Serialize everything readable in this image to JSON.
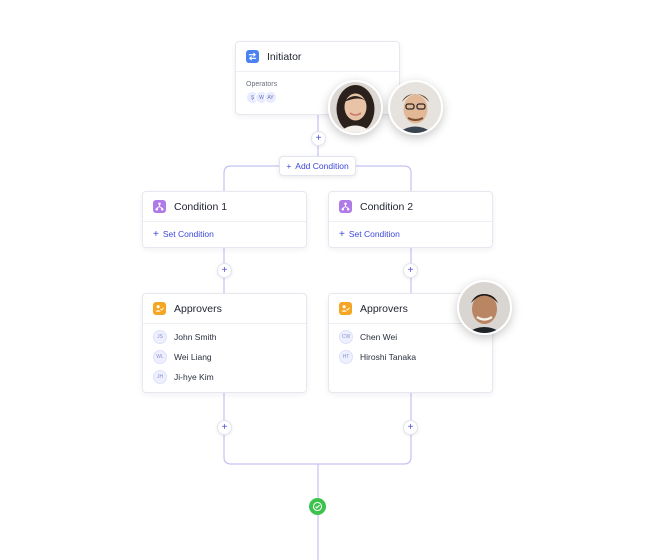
{
  "initiator": {
    "title": "Initiator",
    "operators_label": "Operators",
    "operator_chips": [
      "Ş",
      "W",
      "AY"
    ]
  },
  "add_condition_label": "Add Condition",
  "conditions": [
    {
      "title": "Condition 1",
      "action": "Set Condition"
    },
    {
      "title": "Condition 2",
      "action": "Set Condition"
    }
  ],
  "approver_groups": [
    {
      "title": "Approvers",
      "people": [
        {
          "initials": "JS",
          "name": "John Smith"
        },
        {
          "initials": "WL",
          "name": "Wei Liang"
        },
        {
          "initials": "JH",
          "name": "Ji-hye Kim"
        }
      ]
    },
    {
      "title": "Approvers",
      "people": [
        {
          "initials": "CW",
          "name": "Chen Wei"
        },
        {
          "initials": "HT",
          "name": "Hiroshi Tanaka"
        }
      ]
    }
  ],
  "plus_symbol": "+",
  "colors": {
    "accent": "#4a4ed6",
    "connector": "#c4c2f3",
    "success": "#3cc24d"
  },
  "icons": [
    "swap-icon",
    "branch-icon",
    "approver-icon",
    "check-icon"
  ]
}
